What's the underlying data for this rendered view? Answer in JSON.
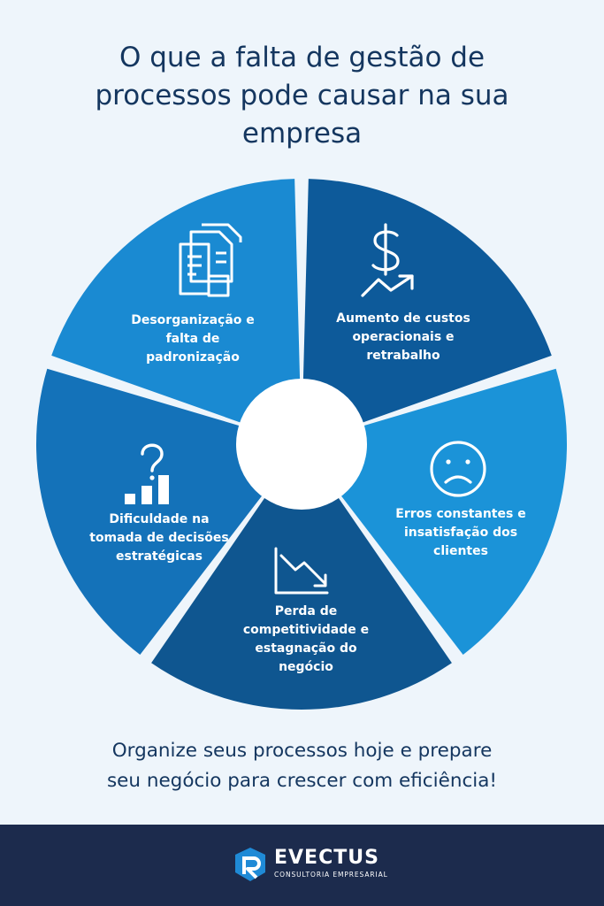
{
  "title_lines": [
    "O que a falta de gestão de",
    "processos pode causar na sua",
    "empresa"
  ],
  "segments": [
    {
      "icon": "documents-icon",
      "color": "#0d5a9a",
      "lines": [
        "Desorganização e",
        "falta de",
        "padronização"
      ]
    },
    {
      "icon": "dollar-trend-up-icon",
      "color": "#1b93d8",
      "lines": [
        "Aumento de custos",
        "operacionais e",
        "retrabalho"
      ]
    },
    {
      "icon": "sad-face-icon",
      "color": "#0f5690",
      "lines": [
        "Erros constantes e",
        "insatisfação dos",
        "clientes"
      ]
    },
    {
      "icon": "trend-down-icon",
      "color": "#1472b9",
      "lines": [
        "Perda de",
        "competitividade e",
        "estagnação do",
        "negócio"
      ]
    },
    {
      "icon": "question-bar-chart-icon",
      "color": "#1a8ad2",
      "lines": [
        "Dificuldade na",
        "tomada de decisões",
        "estratégicas"
      ]
    }
  ],
  "cta_lines": [
    "Organize seus processos hoje e prepare",
    "seu negócio para crescer com eficiência!"
  ],
  "brand": {
    "name": "EVECTUS",
    "subtitle": "CONSULTORIA EMPRESARIAL",
    "logo_icon": "evectus-logo-icon"
  },
  "colors": {
    "background": "#eef5fb",
    "title_text": "#14365f",
    "footer": "#1c2b4d"
  }
}
